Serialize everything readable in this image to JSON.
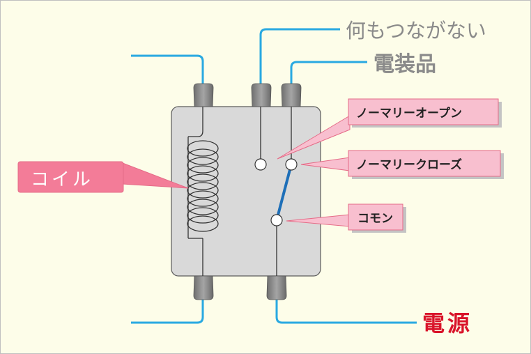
{
  "labels": {
    "no_connection": "何もつながない",
    "device": "電装品",
    "power": "電源",
    "coil": "コイル",
    "normally_open": "ノーマリーオープン",
    "normally_closed": "ノーマリークローズ",
    "common": "コモン"
  },
  "colors": {
    "background": "#fdfde9",
    "wire": "#29a9e1",
    "case_fill": "#d9d9d9",
    "case_stroke": "#5b5b5b",
    "terminal": "#7d7d7d",
    "callout_pink": "#f8bfcf",
    "callout_coil": "#f37c98",
    "callout_border": "#e56b87",
    "text_gray": "#8a8a8a",
    "text_red": "#d9142a",
    "switch_blade": "#1e6fb8"
  },
  "icons": {
    "relay": "relay-icon",
    "coil": "coil-icon",
    "switch": "switch-blade-icon"
  }
}
